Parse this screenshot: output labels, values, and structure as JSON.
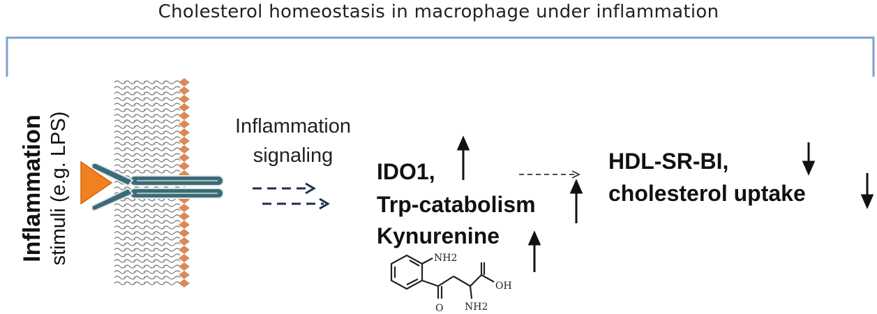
{
  "title": "Cholesterol homeostasis in macrophage under inflammation",
  "stimulus": {
    "line1": "Inflammation",
    "line2": "stimuli (e.g. LPS)"
  },
  "signaling": {
    "line1": "Inflammation",
    "line2": "signaling"
  },
  "pathway": {
    "ido1": "IDO1,",
    "trp": "Trp-catabolism",
    "kynurenine": "Kynurenine"
  },
  "outcome": {
    "hdl": "HDL-SR-BI,",
    "uptake": "cholesterol uptake"
  },
  "molecule_labels": {
    "nh2_top": "NH2",
    "oh": "OH",
    "o": "O",
    "nh2_bottom": "NH2"
  },
  "arrow_directions": {
    "ido1": "up",
    "trp": "up",
    "kynurenine": "up",
    "hdl": "down",
    "uptake": "down"
  },
  "colors": {
    "bracket": "#7f9fd0",
    "receptor_ligand": "#f08020",
    "membrane_head": "#d98a58",
    "receptor_body": "#3c6b78",
    "dashed_arrow": "#1f2f4f"
  }
}
